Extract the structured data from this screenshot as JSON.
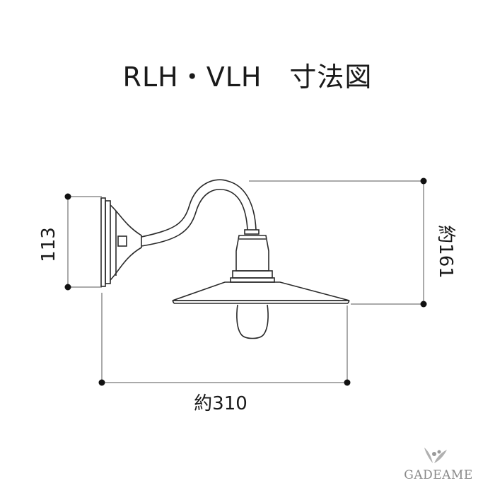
{
  "title": "RLH・VLH　寸法図",
  "dimensions": {
    "width_label": "約310",
    "bracket_height_label": "113",
    "total_height_label": "約161"
  },
  "brand": {
    "name": "GADEAME",
    "logo_icon": "leaf-sprout-icon"
  },
  "colors": {
    "line": "#2a2a2a",
    "dimension_dot": "#111111",
    "logo": "#888888"
  }
}
